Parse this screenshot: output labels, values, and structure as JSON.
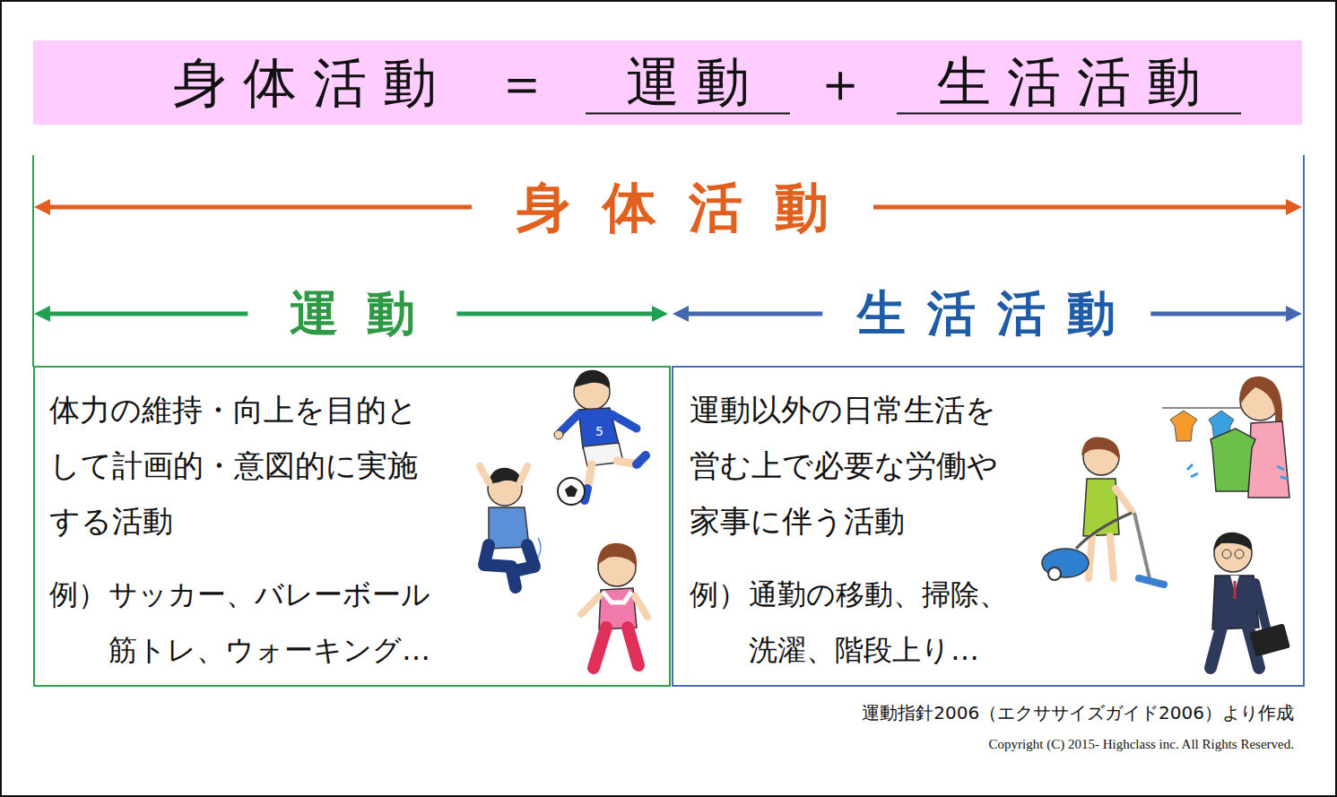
{
  "diagram": {
    "nodes": [
      {
        "text": [
          "身体活動",
          "＝",
          "運動",
          "＋",
          "生活活動"
        ]
      },
      {
        "text": [
          "体力の維持・向上を目的として計画的・意図的に実施する活動",
          "例）",
          "サッカー、バレーボール 筋トレ、ウォーキング…"
        ]
      },
      {
        "text": [
          "運動以外の日常生活を営む上で必要な労働や家事に伴う活動",
          "例）",
          "通勤の移動、掃除、 洗濯、階段上り…"
        ]
      }
    ],
    "labels": [
      "身体活動",
      "運動",
      "生活活動",
      "運動指針2006（エクササイズガイド2006）より作成",
      "Copyright (C) 2015- Highclass inc. All Rights Reserved."
    ]
  }
}
